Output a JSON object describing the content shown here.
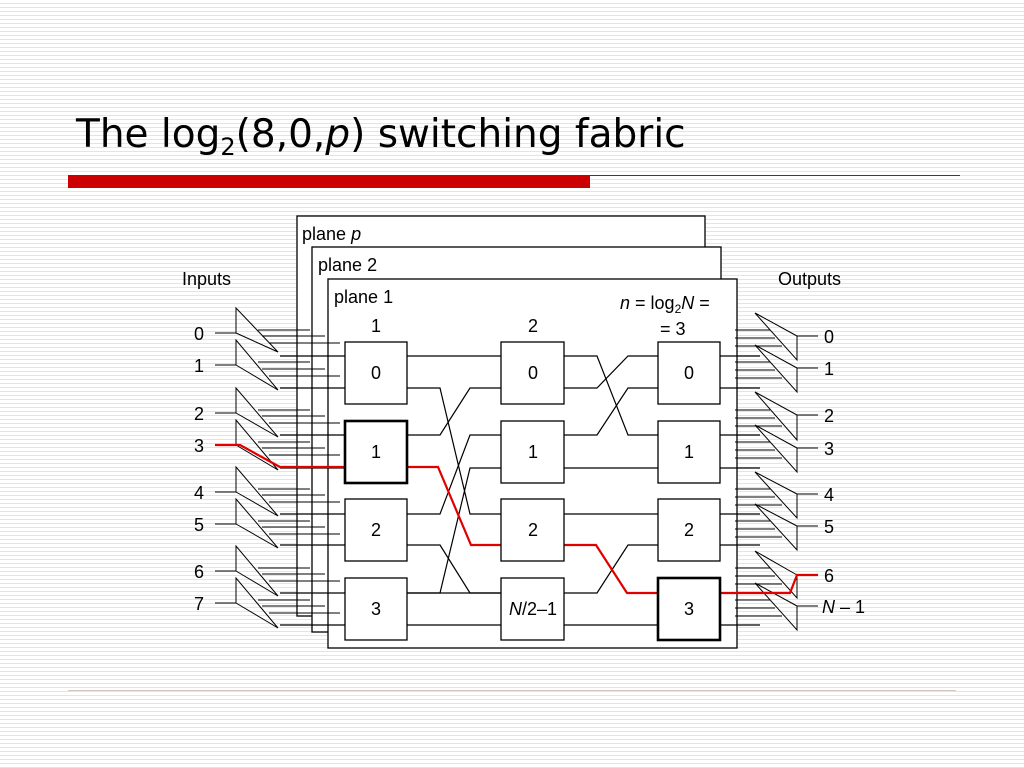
{
  "slide": {
    "title_prefix": "The log",
    "title_sub": "2",
    "title_mid": "(8,0,",
    "title_var": "p",
    "title_suffix": ") switching fabric"
  },
  "colors": {
    "accent": "#cc0000",
    "route": "#e00000",
    "ink": "#000000"
  },
  "diagram": {
    "inputs_label": "Inputs",
    "outputs_label": "Outputs",
    "planes": [
      {
        "word": "plane",
        "index": "p",
        "italic": true
      },
      {
        "word": "plane",
        "index": "2",
        "italic": false
      },
      {
        "word": "plane",
        "index": "1",
        "italic": false
      }
    ],
    "stages": [
      "1",
      "2"
    ],
    "stage_count": {
      "n": "n",
      "eq1": " = log",
      "sub": "2",
      "N": "N",
      "eq2": " =",
      "line2": "= 3"
    },
    "stage1_switches": [
      "0",
      "1",
      "2",
      "3"
    ],
    "stage2_switches": [
      "0",
      "1",
      "2"
    ],
    "stage2_last": {
      "N": "N",
      "rest": "/2–1"
    },
    "stage3_switches": [
      "0",
      "1",
      "2",
      "3"
    ],
    "input_labels": [
      "0",
      "1",
      "2",
      "3",
      "4",
      "5",
      "6",
      "7"
    ],
    "output_labels": [
      "0",
      "1",
      "2",
      "3",
      "4",
      "5",
      "6"
    ],
    "output_last": {
      "N": "N",
      "rest": " – 1"
    },
    "highlighted_path": {
      "input": "3",
      "output": "6"
    }
  }
}
